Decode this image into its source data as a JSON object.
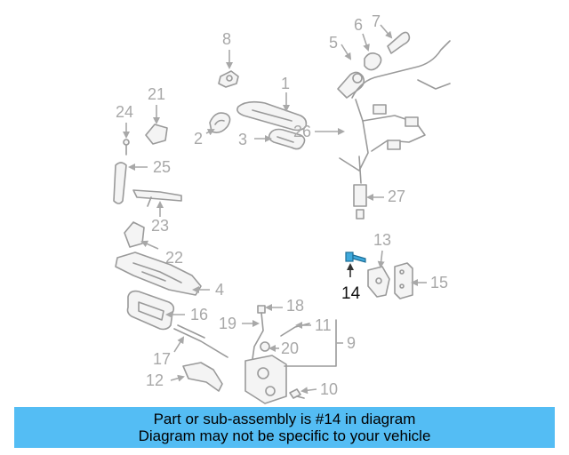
{
  "colors": {
    "banner": "#54bdf4",
    "highlight_part": "#3fa9dc",
    "part_line": "#9a9a9a"
  },
  "highlighted_part": "14",
  "part_numbers": {
    "p1": "1",
    "p2": "2",
    "p3": "3",
    "p4": "4",
    "p5": "5",
    "p6": "6",
    "p7": "7",
    "p8": "8",
    "p9": "9",
    "p10": "10",
    "p11": "11",
    "p12": "12",
    "p13": "13",
    "p14": "14",
    "p15": "15",
    "p16": "16",
    "p17": "17",
    "p18": "18",
    "p19": "19",
    "p20": "20",
    "p21": "21",
    "p22": "22",
    "p23": "23",
    "p24": "24",
    "p25": "25",
    "p26": "26",
    "p27": "27"
  },
  "banner": {
    "line1": "Part or sub-assembly is #14 in diagram",
    "line2": "Diagram may not be specific to your vehicle"
  }
}
